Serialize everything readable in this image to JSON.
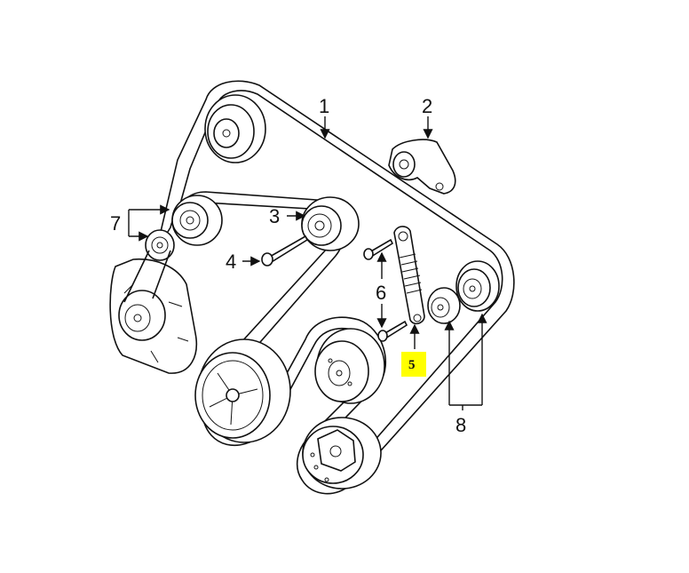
{
  "callouts": {
    "c1": "1",
    "c2": "2",
    "c3": "3",
    "c4": "4",
    "c5": "5",
    "c6": "6",
    "c7": "7",
    "c8": "8"
  },
  "highlight_color": "#ffff00",
  "line_color": "#111111"
}
